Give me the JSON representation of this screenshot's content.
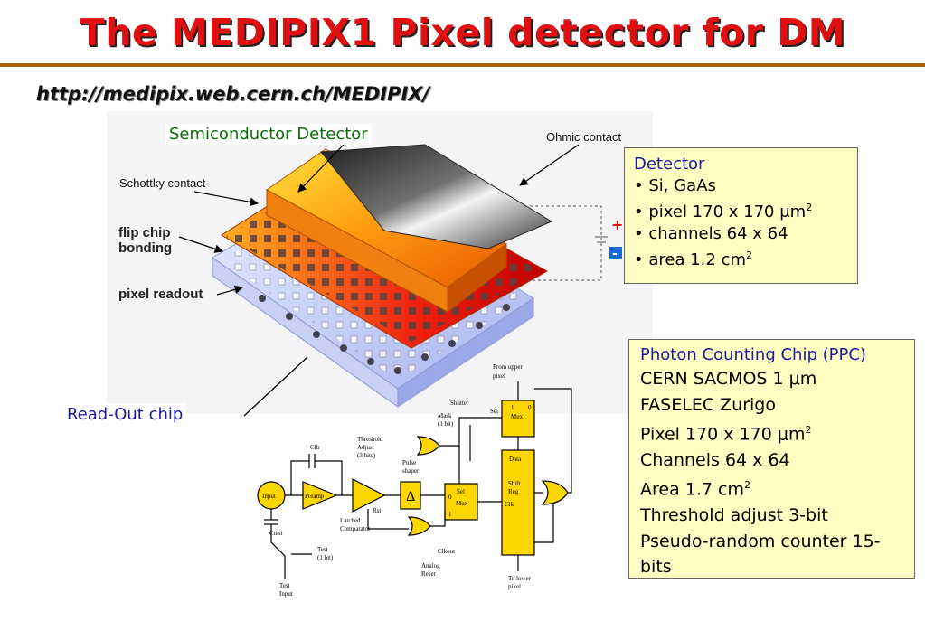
{
  "title": "The MEDIPIX1 Pixel detector for DM",
  "url": "http://medipix.web.cern.ch/MEDIPIX/",
  "labels": {
    "semiconductor_detector": "Semiconductor Detector",
    "read_out_chip": "Read-Out chip",
    "ohmic_contact": "Ohmic contact",
    "schottky_contact": "Schottky contact",
    "flip_chip": "flip chip",
    "bonding": "bonding",
    "pixel_readout": "pixel readout",
    "plus": "+",
    "minus": "-"
  },
  "detector_box": {
    "heading": "Detector",
    "lines": [
      "• Si, GaAs",
      "•  pixel 170 x 170 ",
      "• channels 64 x 64",
      "• area 1.2 cm"
    ],
    "unit_mu": "μ",
    "unit_m": "m",
    "sup2": "2"
  },
  "ppc_box": {
    "heading": "Photon Counting Chip (PPC)",
    "lines": [
      "CERN SACMOS 1 ",
      "FASELEC Zurigo",
      "Pixel 170 x 170 ",
      "Channels 64 x 64",
      "Area 1.7 cm",
      "Threshold adjust 3-bit",
      "Pseudo-random counter 15-",
      "bits"
    ],
    "unit_mu": "μ",
    "unit_m": "m",
    "sup2": "2"
  },
  "circuit": {
    "from_upper": "From upper",
    "pixel": "pixel",
    "shutter": "Shutter",
    "mask": "Mask",
    "one_bit": "(1 bit)",
    "threshold": "Threshold",
    "adjust": "Adjust",
    "three_bits": "(3 bits)",
    "pulse": "Pulse",
    "shaper": "shaper",
    "cfb": "Cfb",
    "input": "Input",
    "preamp": "Preamp",
    "latched": "Latched",
    "comparator": "Comparator",
    "rst": "Rst",
    "ctest": "Ctest",
    "test": "Test",
    "test_input": "Test",
    "input2": "Input",
    "sel": "Sel",
    "mux": "Mux",
    "zero": "0",
    "one": "1",
    "data": "Data",
    "shift": "Shift",
    "reg": "Reg",
    "clk": "Clk",
    "clkout": "Clkout",
    "analog": "Analog",
    "reset": "Reset",
    "to_lower": "To lower",
    "delta": "Δ"
  },
  "colors": {
    "title": "#e01010",
    "rule": "#a8620c",
    "box_bg": "#ffffc4",
    "heading": "#1a1a9a",
    "green_label": "#0b6b0b",
    "chip_fill": "#ffd700"
  }
}
